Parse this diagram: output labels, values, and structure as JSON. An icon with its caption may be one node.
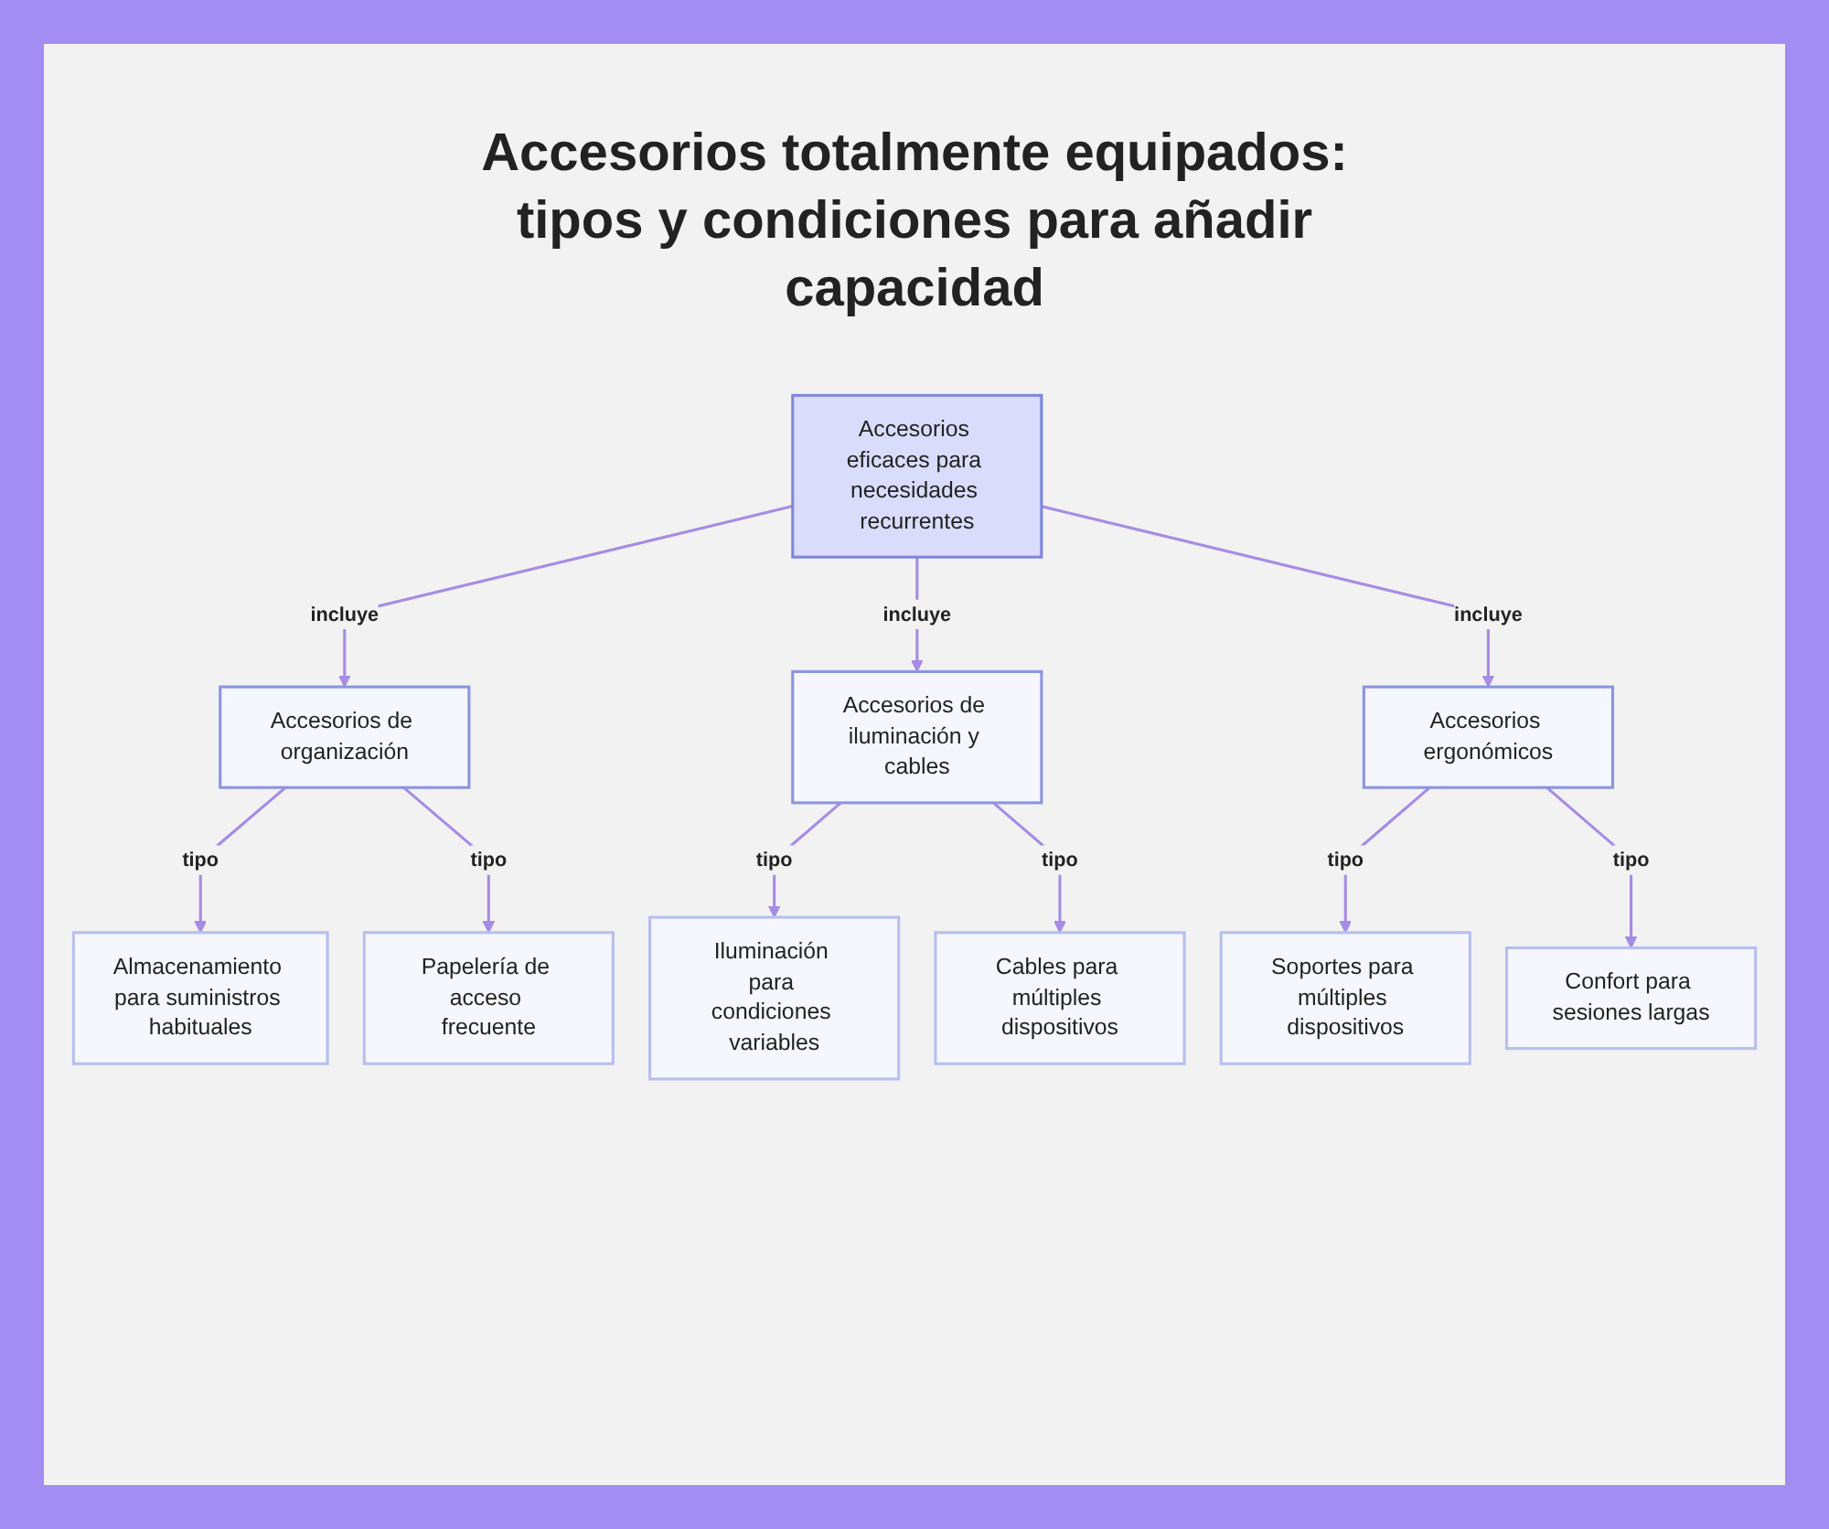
{
  "diagram": {
    "title": "Accesorios totalmente equipados: tipos y condiciones para añadir capacidad",
    "nodes": [
      {
        "text": [
          "Accesorios eficaces para necesidades recurrentes"
        ]
      },
      {
        "text": [
          "Accesorios de organización"
        ]
      },
      {
        "text": [
          "Accesorios de iluminación y cables"
        ]
      },
      {
        "text": [
          "Accesorios ergonómicos"
        ]
      },
      {
        "text": [
          "Almacenamiento para suministros habituales"
        ]
      },
      {
        "text": [
          "Papelería de acceso frecuente"
        ]
      },
      {
        "text": [
          "Iluminación para condiciones variables"
        ]
      },
      {
        "text": [
          "Cables para múltiples dispositivos"
        ]
      },
      {
        "text": [
          "Soportes para múltiples dispositivos"
        ]
      },
      {
        "text": [
          "Confort para sesiones largas"
        ]
      }
    ],
    "edges": [
      {
        "from": 0,
        "to": 1,
        "arrow": "to",
        "label": "incluye"
      },
      {
        "from": 0,
        "to": 2,
        "arrow": "to",
        "label": "incluye"
      },
      {
        "from": 0,
        "to": 3,
        "arrow": "to",
        "label": "incluye"
      },
      {
        "from": 1,
        "to": 4,
        "arrow": "to",
        "label": "tipo"
      },
      {
        "from": 1,
        "to": 5,
        "arrow": "to",
        "label": "tipo"
      },
      {
        "from": 2,
        "to": 6,
        "arrow": "to",
        "label": "tipo"
      },
      {
        "from": 2,
        "to": 7,
        "arrow": "to",
        "label": "tipo"
      },
      {
        "from": 3,
        "to": 8,
        "arrow": "to",
        "label": "tipo"
      },
      {
        "from": 3,
        "to": 9,
        "arrow": "to",
        "label": "tipo"
      }
    ]
  }
}
